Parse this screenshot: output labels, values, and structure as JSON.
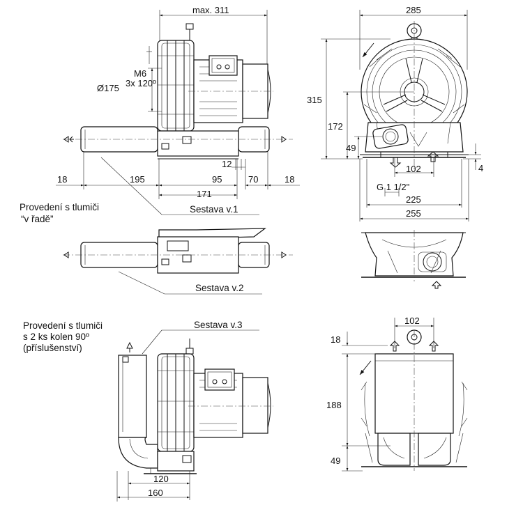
{
  "dimensions": {
    "max_length": "max. 311",
    "width": "285",
    "height": "315",
    "axis_height": "172",
    "base_height": "49",
    "flange_width": "102",
    "foot_gap": "4",
    "thread": "G 1 1/2\"",
    "foot_inner": "225",
    "foot_outer": "255",
    "diameter": "Ø175",
    "bolt": "M6",
    "bolt_pattern": "3x 120º",
    "offset_18_left": "18",
    "silencer_length": "195",
    "offset_12": "12",
    "dist_95": "95",
    "dist_70": "70",
    "offset_18_right": "18",
    "dist_171": "171",
    "v3_flange": "102",
    "v3_top": "18",
    "v3_height": "188",
    "v3_base": "49",
    "v3_dist_120": "120",
    "v3_dist_160": "160"
  },
  "labels": {
    "inline_title_1": "Provedení s tlumiči",
    "inline_title_2": "“v řadě”",
    "sestava_1": "Sestava v.1",
    "sestava_2": "Sestava v.2",
    "sestava_3": "Sestava v.3",
    "elbow_title_1": "Provedení s tlumiči",
    "elbow_title_2": "s 2 ks kolen 90º",
    "elbow_title_3": "(příslušenství)"
  }
}
